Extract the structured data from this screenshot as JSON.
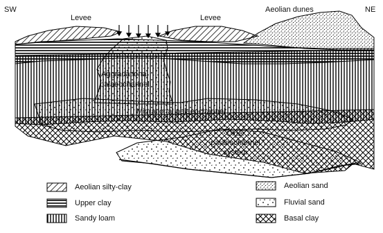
{
  "directions": {
    "left": "SW",
    "right": "NE"
  },
  "labels": {
    "levee_left": "Levee",
    "levee_right": "Levee",
    "dunes": "Aeolian dunes",
    "aggradational_1": "Aggradational",
    "aggradational_2": "palaeochannel",
    "migrational": "Migrational palaeochannel",
    "older_1": "Older",
    "older_2": "palaeochannel",
    "older_3": "system"
  },
  "legend": {
    "aeolian_silty_clay": "Aeolian silty-clay",
    "upper_clay": "Upper clay",
    "sandy_loam": "Sandy loam",
    "aeolian_sand": "Aeolian sand",
    "fluvial_sand": "Fluvial sand",
    "basal_clay": "Basal clay"
  }
}
